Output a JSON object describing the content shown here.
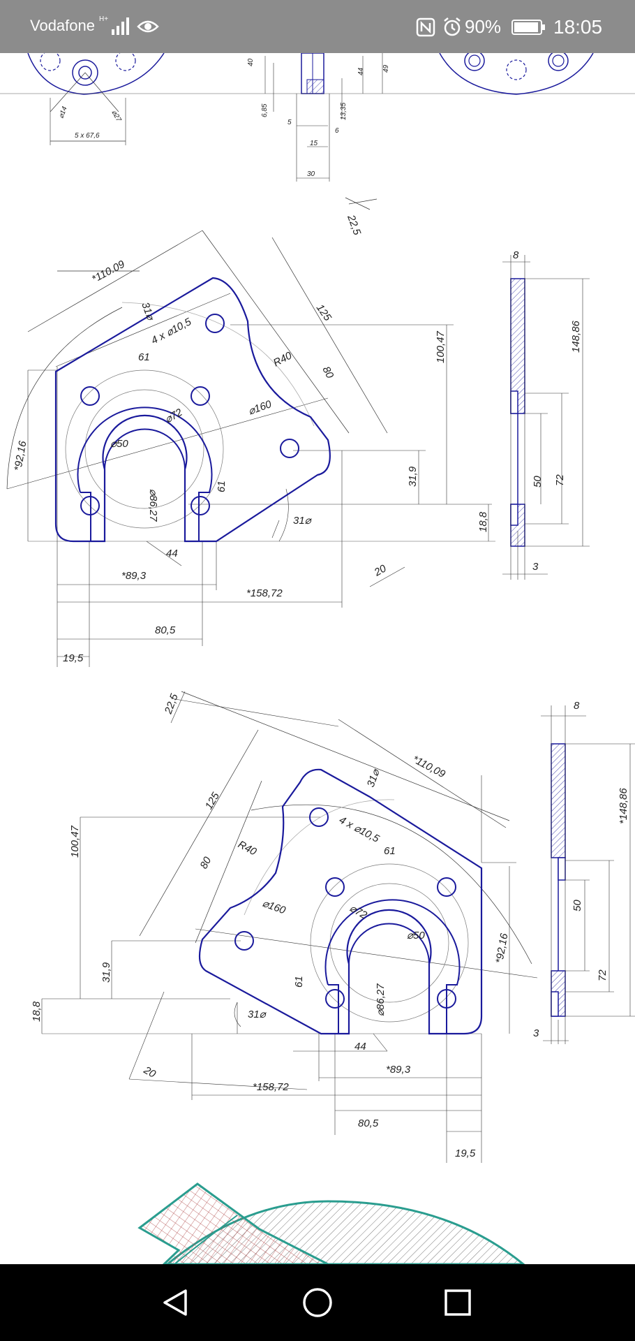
{
  "status_bar": {
    "carrier": "Vodafone",
    "network": "H+",
    "battery_percent": "90%",
    "time": "18:05",
    "icons": [
      "signal-icon",
      "eye-icon",
      "nfc-icon",
      "alarm-icon",
      "battery-icon"
    ]
  },
  "drawing": {
    "top_strip": {
      "labels": [
        "40",
        "44",
        "49",
        "6,85",
        "13,35",
        "5",
        "6",
        "15",
        "30",
        "5 x 67,6",
        "⌀14",
        "⌀27"
      ]
    },
    "view1": {
      "labels": [
        "22,5",
        "*110.09",
        "31⌀",
        "4 x ⌀10,5",
        "125",
        "100,47",
        "R40",
        "80",
        "61",
        "⌀72",
        "⌀160",
        "⌀50",
        "*92,16",
        "61",
        "⌀86,27",
        "31,9",
        "31⌀",
        "18,8",
        "44",
        "20",
        "*89,3",
        "*158,72",
        "80,5",
        "19,5"
      ],
      "side": [
        "8",
        "148,86",
        "50",
        "72",
        "3"
      ]
    },
    "view2": {
      "labels": [
        "22,5",
        "*110,09",
        "31⌀",
        "125",
        "4 x ⌀10,5",
        "100,47",
        "R40",
        "61",
        "80",
        "⌀160",
        "⌀72",
        "⌀50",
        "*92,16",
        "31,9",
        "61",
        "⌀86,27",
        "18,8",
        "31⌀",
        "44",
        "20",
        "*89,3",
        "*158,72",
        "80,5",
        "19,5"
      ],
      "side": [
        "8",
        "*148,86",
        "50",
        "72",
        "3"
      ]
    }
  },
  "colors": {
    "outline": "#1a1a9c",
    "dim_line": "#333333",
    "status_bar": "#8c8c8c",
    "nav_bar": "#000000",
    "teal": "#2a9d8f",
    "hatch_red": "#b04a4a"
  },
  "nav": [
    "back-button",
    "home-button",
    "recent-apps-button"
  ]
}
